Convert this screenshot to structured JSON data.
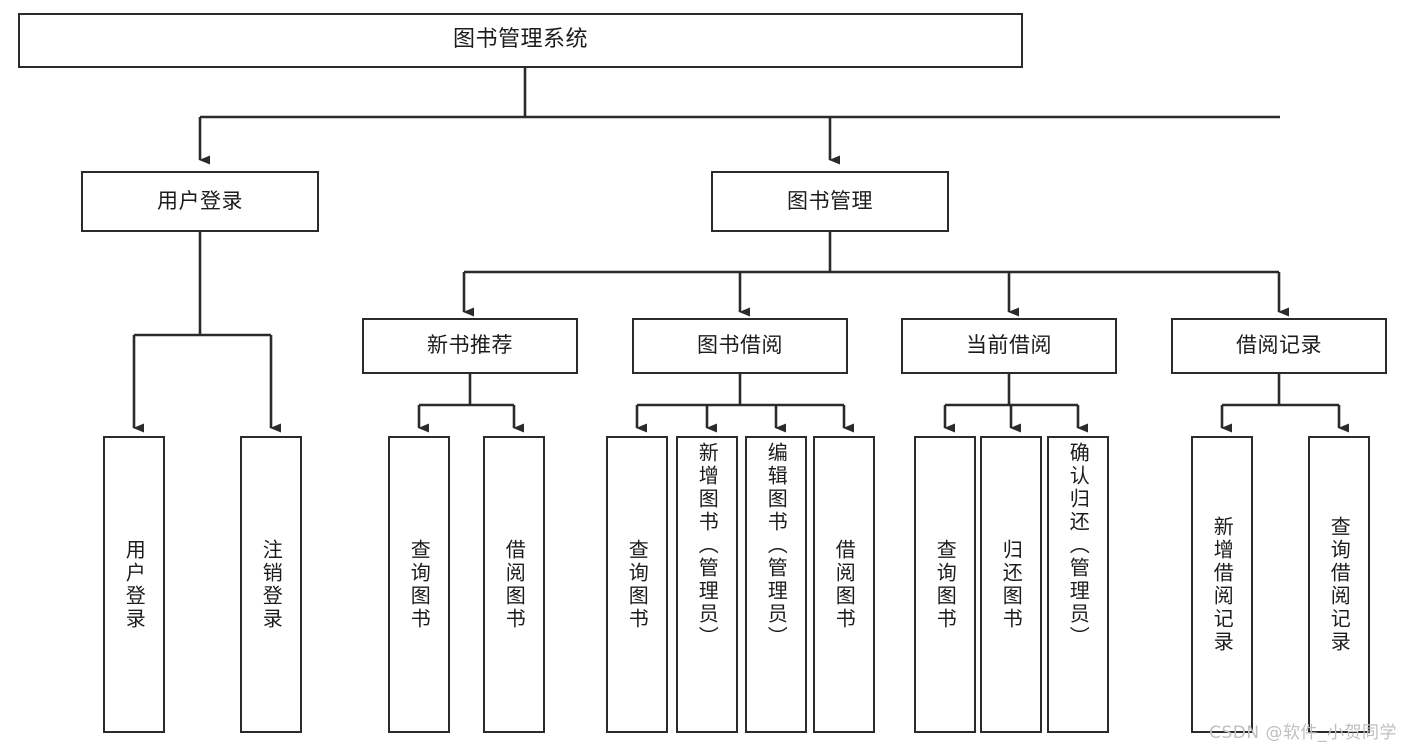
{
  "diagram": {
    "title": "图书管理系统",
    "type": "tree-hierarchy-chart",
    "watermark": "CSDN @软件_小贺同学",
    "colors": {
      "stroke": "#2b2b2b",
      "fill": "#ffffff",
      "text": "#1c1c1c",
      "watermark": "#bfbfbf"
    },
    "nodes": {
      "root": {
        "label": "图书管理系统"
      },
      "level2": [
        {
          "id": "user-login",
          "label": "用户登录"
        },
        {
          "id": "book-manage",
          "label": "图书管理"
        }
      ],
      "level3": [
        {
          "id": "new-book-recommend",
          "label": "新书推荐"
        },
        {
          "id": "book-borrow",
          "label": "图书借阅"
        },
        {
          "id": "current-borrow",
          "label": "当前借阅"
        },
        {
          "id": "borrow-record",
          "label": "借阅记录"
        }
      ],
      "leaves": {
        "user-login": [
          {
            "id": "leaf-user-login",
            "label": "用户登录"
          },
          {
            "id": "leaf-logout-login",
            "label": "注销登录"
          }
        ],
        "new-book-recommend": [
          {
            "id": "leaf-query-book-1",
            "label": "查询图书"
          },
          {
            "id": "leaf-borrow-book-1",
            "label": "借阅图书"
          }
        ],
        "book-borrow": [
          {
            "id": "leaf-query-book-2",
            "label": "查询图书"
          },
          {
            "id": "leaf-add-book-admin",
            "label": "新增图书（管理员）"
          },
          {
            "id": "leaf-edit-book-admin",
            "label": "编辑图书（管理员）"
          },
          {
            "id": "leaf-borrow-book-2",
            "label": "借阅图书"
          }
        ],
        "current-borrow": [
          {
            "id": "leaf-query-book-3",
            "label": "查询图书"
          },
          {
            "id": "leaf-return-book",
            "label": "归还图书"
          },
          {
            "id": "leaf-confirm-return-admin",
            "label": "确认归还（管理员）"
          }
        ],
        "borrow-record": [
          {
            "id": "leaf-add-borrow-record",
            "label": "新增借阅记录"
          },
          {
            "id": "leaf-query-borrow-record",
            "label": "查询借阅记录"
          }
        ]
      }
    }
  }
}
